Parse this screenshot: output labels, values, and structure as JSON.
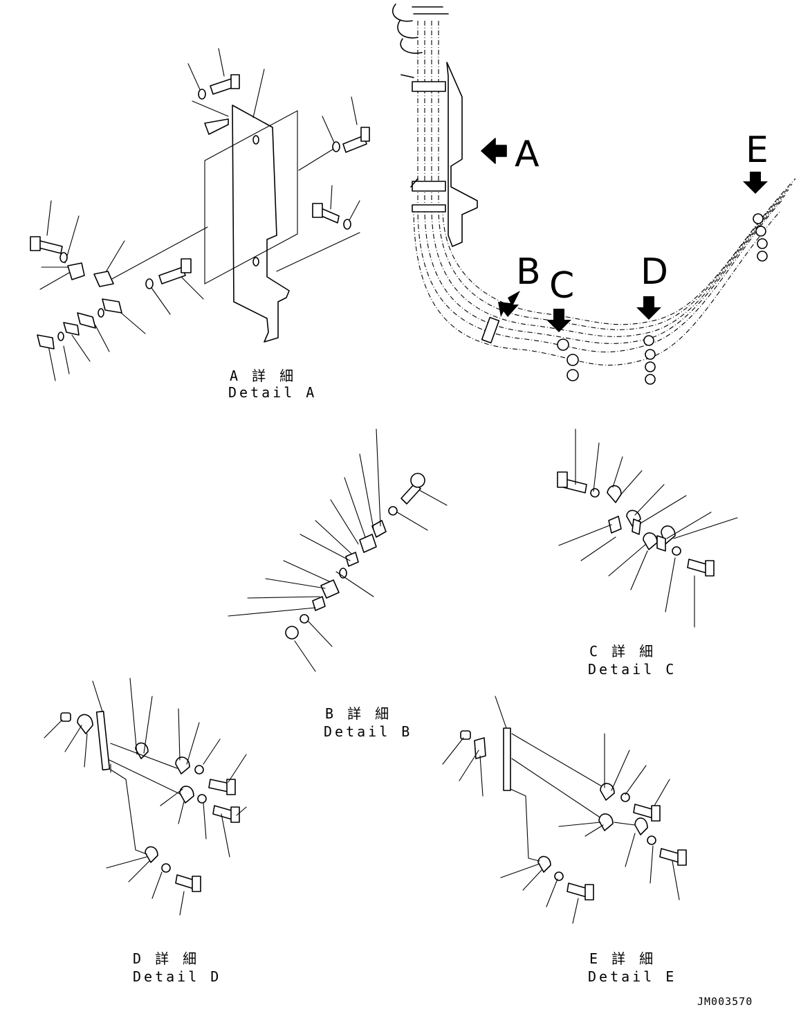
{
  "callouts": {
    "a": "A",
    "b": "B",
    "c": "C",
    "d": "D",
    "e": "E"
  },
  "captions": {
    "a": {
      "jp": "A 詳 細",
      "en": "Detail A"
    },
    "b": {
      "jp": "B 詳 細",
      "en": "Detail B"
    },
    "c": {
      "jp": "C 詳 細",
      "en": "Detail C"
    },
    "d": {
      "jp": "D 詳 細",
      "en": "Detail D"
    },
    "e": {
      "jp": "E 詳 細",
      "en": "Detail E"
    }
  },
  "drawing_number": "JM003570"
}
